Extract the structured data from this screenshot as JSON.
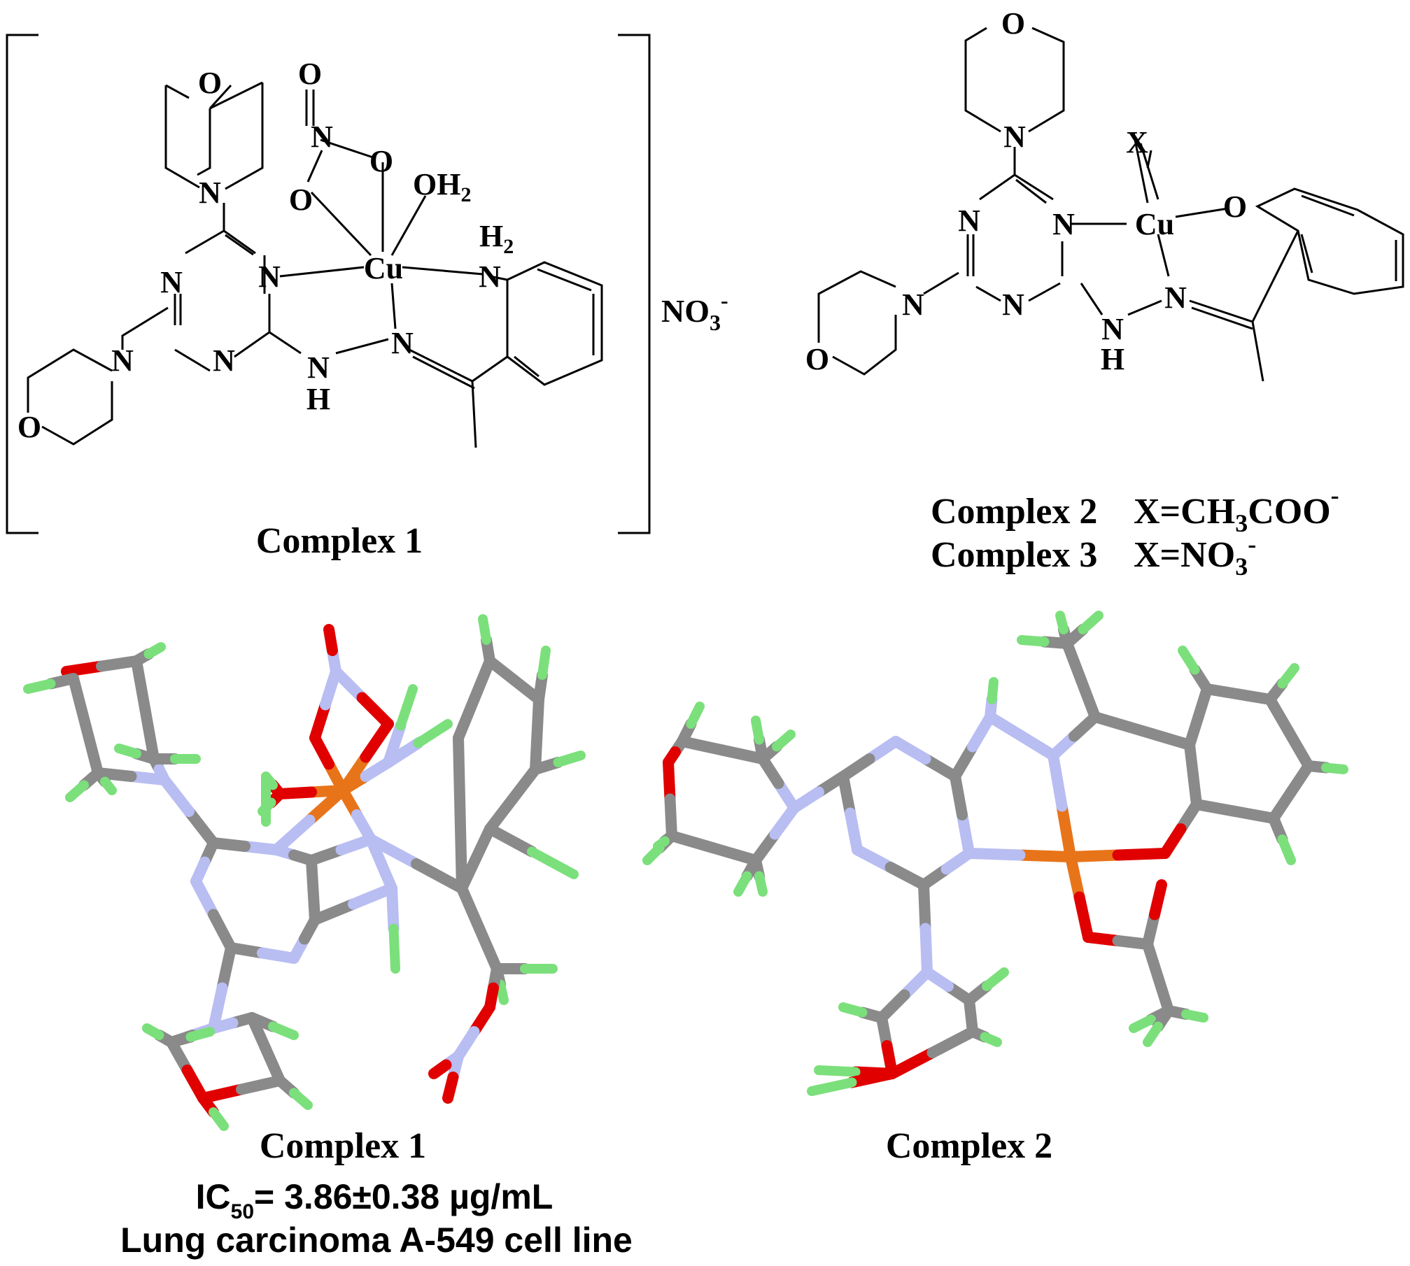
{
  "structures": {
    "complex1": {
      "atoms": {
        "o_morph_top": "O",
        "n_morph_top": "N",
        "n_ring1": "N",
        "n_ring2": "N",
        "n_ring3": "N",
        "n_morph_left": "N",
        "o_morph_left": "O",
        "cu": "Cu",
        "o_nitrite1": "O",
        "n_nitrite": "N",
        "o_nitrite2": "O",
        "o_nitrite3": "O",
        "oh2": "OH",
        "oh2_sub": "2",
        "h2": "H",
        "h2_sub": "2",
        "nh2_n": "N",
        "n_imine": "N",
        "nh_n": "N",
        "nh_h": "H"
      },
      "counterion": "NO",
      "counterion_sub": "3",
      "counterion_sup": "-",
      "caption": "Complex 1"
    },
    "complex23": {
      "atoms": {
        "o_morph_top": "O",
        "n_morph_top": "N",
        "n_ring1": "N",
        "n_ring2": "N",
        "n_ring3": "N",
        "n_morph_left": "N",
        "o_morph_left": "O",
        "cu": "Cu",
        "x": "X",
        "o_phenol": "O",
        "n_imine": "N",
        "nh_n": "N",
        "nh_h": "H"
      },
      "legend": [
        {
          "complex": "Complex 2",
          "x_prefix": "X=CH",
          "x_sub": "3",
          "x_suffix": "COO",
          "x_sup": "-"
        },
        {
          "complex": "Complex 3",
          "x_prefix": "X=NO",
          "x_sub": "3",
          "x_suffix": "",
          "x_sup": "-"
        }
      ]
    }
  },
  "crystal": {
    "complex1": {
      "caption": "Complex 1",
      "ic50_label": "IC",
      "ic50_sub": "50",
      "ic50_value": "= 3.86±0.38 µg/mL",
      "cell_line": "Lung carcinoma A-549 cell line"
    },
    "complex2": {
      "caption": "Complex 2"
    },
    "colors": {
      "carbon": "#8a8a8a",
      "nitrogen": "#b8bdf2",
      "oxygen": "#e00000",
      "hydrogen": "#7be07b",
      "copper": "#e8741a"
    }
  }
}
